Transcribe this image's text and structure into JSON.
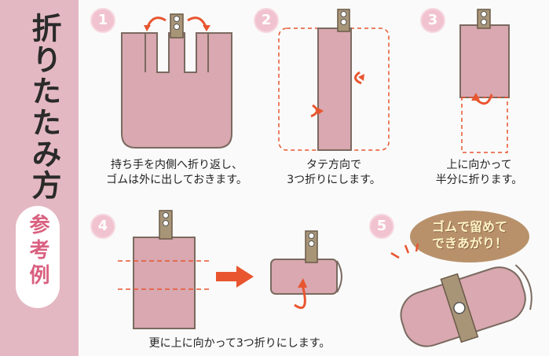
{
  "sidebar": {
    "title": "折りたたみ方",
    "badge": "参考例"
  },
  "steps": [
    {
      "number": "1",
      "caption_line1": "持ち手を内側へ折り返し、",
      "caption_line2": "ゴムは外に出しておきます。"
    },
    {
      "number": "2",
      "caption_line1": "タテ方向で",
      "caption_line2": "3つ折りにします。"
    },
    {
      "number": "3",
      "caption_line1": "上に向かって",
      "caption_line2": "半分に折ります。"
    },
    {
      "number": "4",
      "caption_line1": "更に上に向かって3つ折りにします。",
      "caption_line2": ""
    },
    {
      "number": "5",
      "bubble_line1": "ゴムで留めて",
      "bubble_line2": "できあがり！"
    }
  ],
  "colors": {
    "sidebar": "#e4b8c2",
    "fabric": "#d9a8b0",
    "fabric_edge": "#7a6a60",
    "band": "#a89578",
    "arrow": "#e8552f",
    "step_circle": "#f1c2cf",
    "sample_text": "#d9607f"
  }
}
